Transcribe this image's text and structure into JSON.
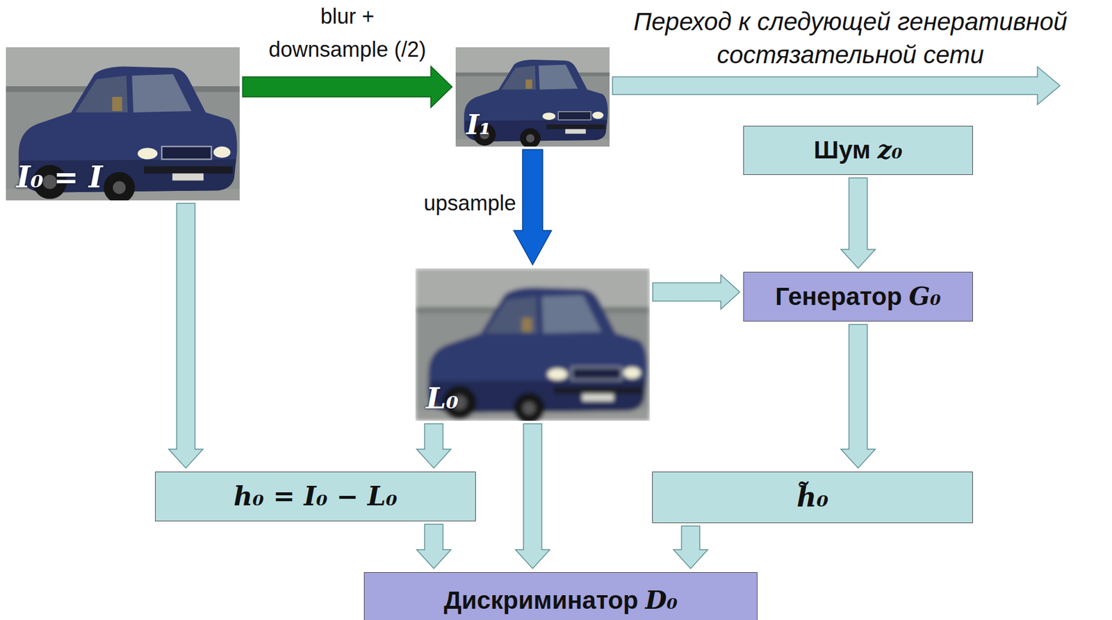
{
  "diagram": {
    "nodes": [
      {
        "text": [
          "I₀ = I"
        ]
      },
      {
        "text": [
          "I₁"
        ]
      },
      {
        "text": [
          "Шум z₀"
        ]
      },
      {
        "text": [
          "L₀"
        ]
      },
      {
        "text": [
          "Генератор G₀"
        ]
      },
      {
        "text": [
          "h₀ = I₀ − L₀"
        ]
      },
      {
        "text": [
          "h̃₀"
        ]
      },
      {
        "text": [
          "Дискриминатор D₀"
        ]
      }
    ],
    "edges": [
      {
        "from": 0,
        "to": 1,
        "label": "blur + downsample (/2)",
        "arrow": "to"
      },
      {
        "from": 1,
        "to": 3,
        "label": "upsample",
        "arrow": "to"
      },
      {
        "from": 2,
        "to": 4,
        "arrow": "to"
      },
      {
        "from": 3,
        "to": 4,
        "arrow": "to"
      },
      {
        "from": 4,
        "to": 6,
        "arrow": "to"
      },
      {
        "from": 0,
        "to": 5,
        "arrow": "to"
      },
      {
        "from": 3,
        "to": 5,
        "arrow": "to"
      },
      {
        "from": 3,
        "to": 7,
        "arrow": "to"
      },
      {
        "from": 5,
        "to": 7,
        "arrow": "to"
      },
      {
        "from": 6,
        "to": 7,
        "arrow": "to"
      }
    ],
    "labels": [
      "Переход к следующей генеративной состязательной сети"
    ]
  }
}
